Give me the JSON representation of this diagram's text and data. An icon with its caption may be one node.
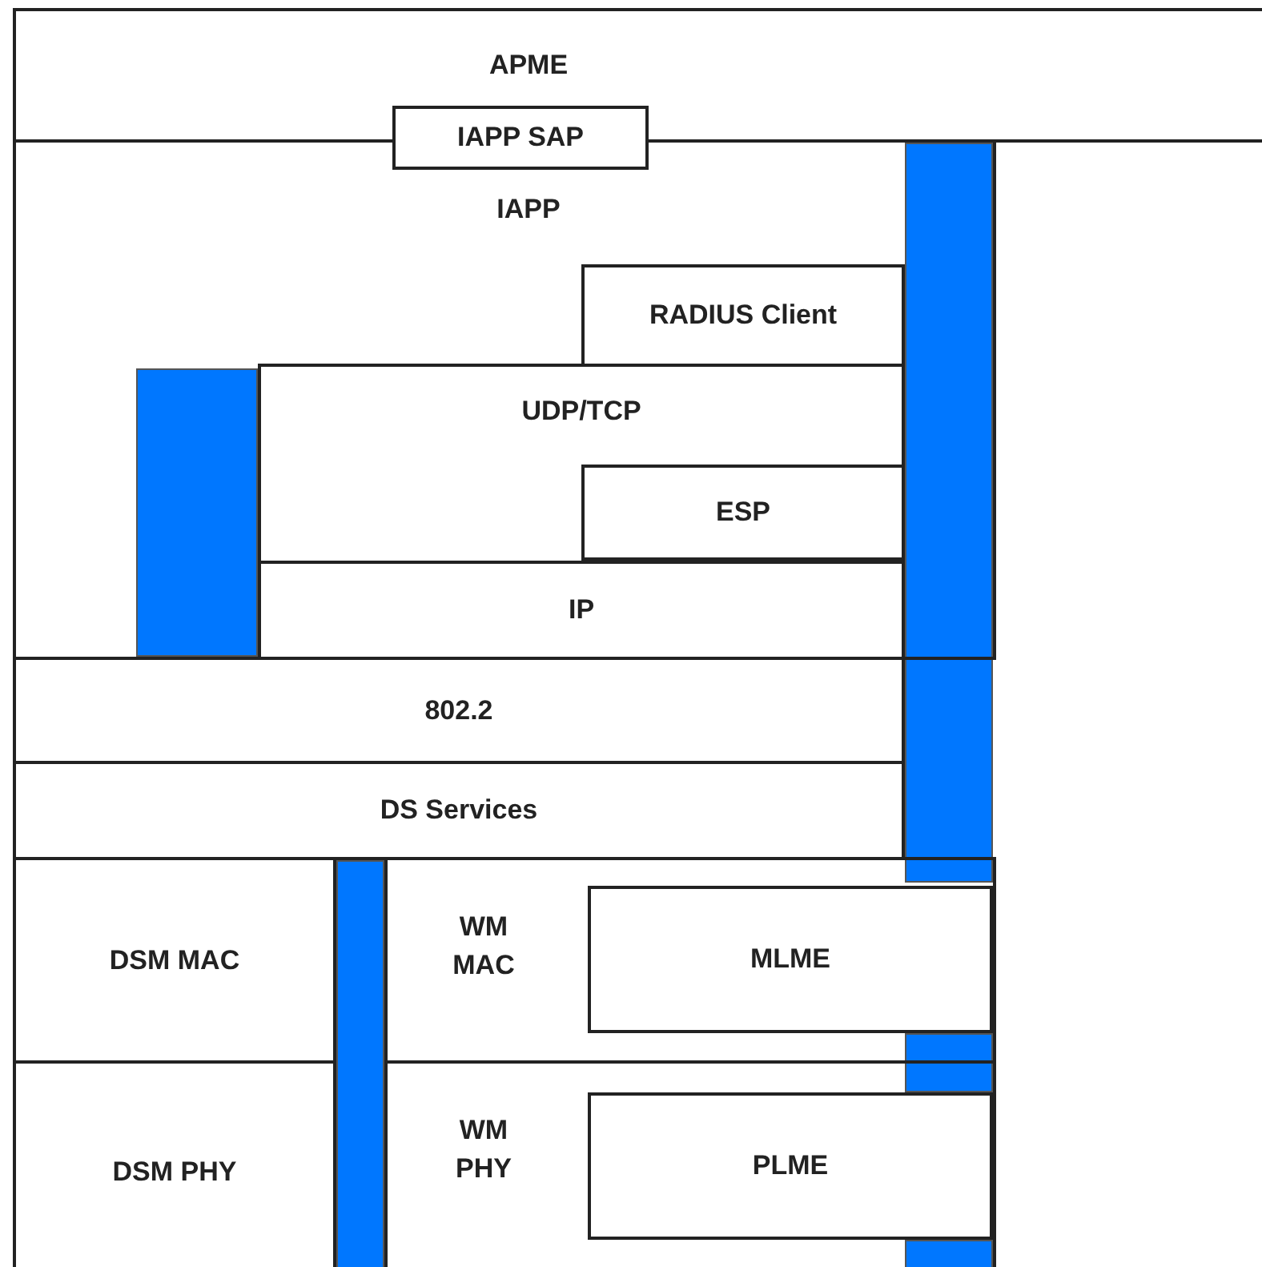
{
  "diagram": {
    "nodes": [
      {
        "text": [
          "APME"
        ]
      },
      {
        "text": [
          "IAPP SAP"
        ]
      },
      {
        "text": [
          "IAPP"
        ]
      },
      {
        "text": [
          "RADIUS Client"
        ],
        "in": 2
      },
      {
        "text": [
          "UDP/TCP"
        ],
        "in": 2
      },
      {
        "text": [
          "ESP"
        ],
        "in": 4
      },
      {
        "text": [
          "IP"
        ],
        "in": 2
      },
      {
        "text": [
          "802.2"
        ]
      },
      {
        "text": [
          "DS Services"
        ]
      },
      {
        "text": [
          "DSM MAC"
        ]
      },
      {
        "text": [
          "DSM PHY"
        ]
      },
      {
        "text": [
          "WM MAC"
        ]
      },
      {
        "text": [
          "MLME"
        ],
        "in": 11
      },
      {
        "text": [
          "WM PHY"
        ]
      },
      {
        "text": [
          "PLME"
        ],
        "in": 13
      }
    ],
    "edges": []
  }
}
